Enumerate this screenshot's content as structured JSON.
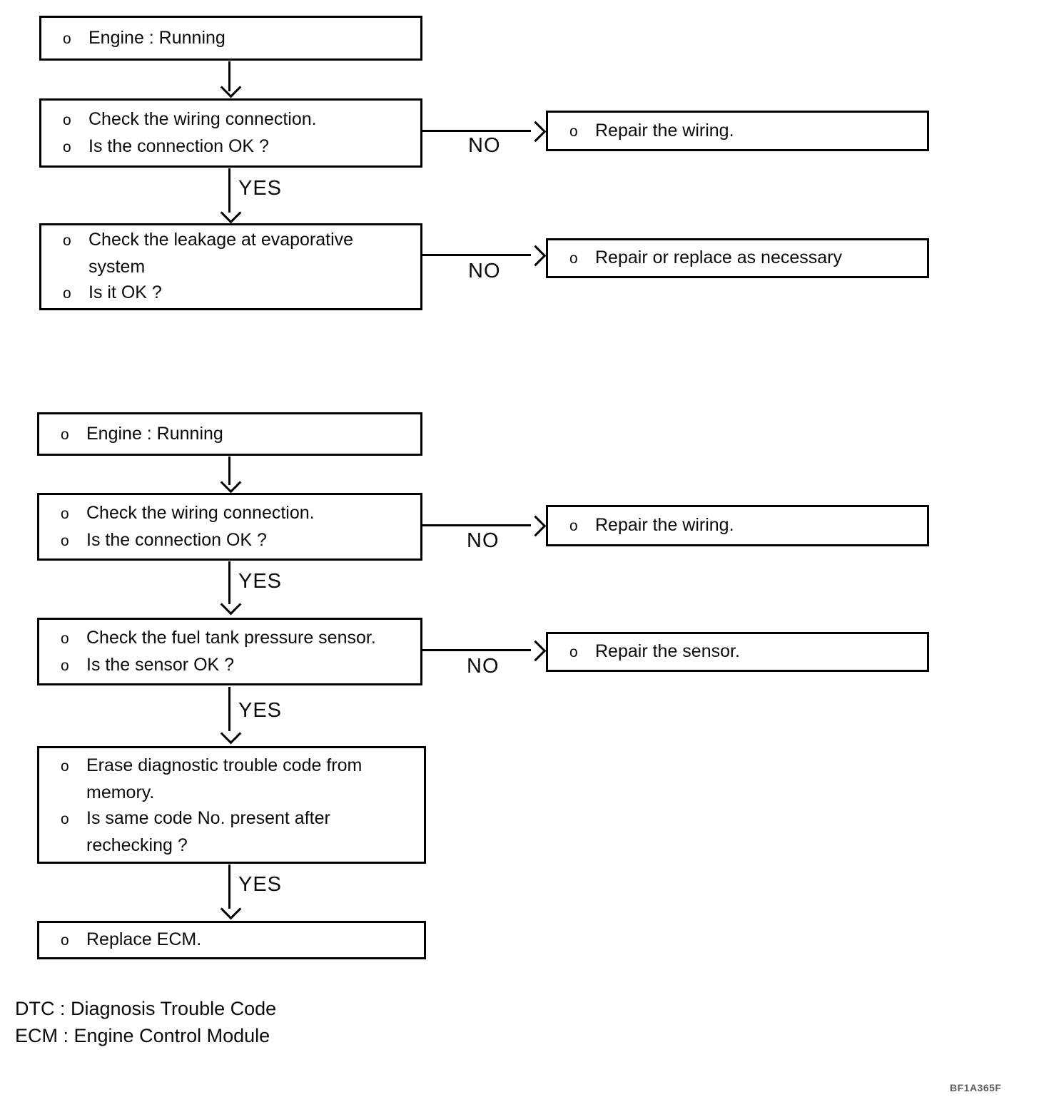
{
  "flow1": {
    "engine": {
      "lines": [
        {
          "bullet": "o",
          "text": "Engine : Running"
        }
      ]
    },
    "check_wiring": {
      "lines": [
        {
          "bullet": "o",
          "text": "Check the wiring connection."
        },
        {
          "bullet": "o",
          "text": "Is the connection OK ?"
        }
      ]
    },
    "no1": "NO",
    "repair_wiring": {
      "lines": [
        {
          "bullet": "o",
          "text": "Repair the wiring."
        }
      ]
    },
    "yes1": "YES",
    "check_leakage": {
      "lines": [
        {
          "bullet": "o",
          "text": "Check the leakage at evaporative"
        },
        {
          "bullet": "",
          "text": "system"
        },
        {
          "bullet": "o",
          "text": "Is it OK ?"
        }
      ]
    },
    "no2": "NO",
    "repair_replace": {
      "lines": [
        {
          "bullet": "o",
          "text": "Repair or replace as necessary"
        }
      ]
    }
  },
  "flow2": {
    "engine": {
      "lines": [
        {
          "bullet": "o",
          "text": "Engine : Running"
        }
      ]
    },
    "check_wiring": {
      "lines": [
        {
          "bullet": "o",
          "text": "Check the wiring connection."
        },
        {
          "bullet": "o",
          "text": "Is the connection OK ?"
        }
      ]
    },
    "no1": "NO",
    "repair_wiring": {
      "lines": [
        {
          "bullet": "o",
          "text": "Repair the wiring."
        }
      ]
    },
    "yes1": "YES",
    "check_sensor": {
      "lines": [
        {
          "bullet": "o",
          "text": "Check the fuel tank pressure sensor."
        },
        {
          "bullet": "o",
          "text": "Is the sensor OK ?"
        }
      ]
    },
    "no2": "NO",
    "repair_sensor": {
      "lines": [
        {
          "bullet": "o",
          "text": "Repair the sensor."
        }
      ]
    },
    "yes2": "YES",
    "erase_code": {
      "lines": [
        {
          "bullet": "o",
          "text": "Erase diagnostic trouble code from"
        },
        {
          "bullet": "",
          "text": "memory."
        },
        {
          "bullet": "o",
          "text": "Is same code No. present after"
        },
        {
          "bullet": "",
          "text": "rechecking ?"
        }
      ]
    },
    "yes3": "YES",
    "replace_ecm": {
      "lines": [
        {
          "bullet": "o",
          "text": "Replace ECM."
        }
      ]
    }
  },
  "legend": {
    "dtc": "DTC : Diagnosis Trouble Code",
    "ecm": "ECM : Engine Control Module"
  },
  "figure_code": "BF1A365F"
}
